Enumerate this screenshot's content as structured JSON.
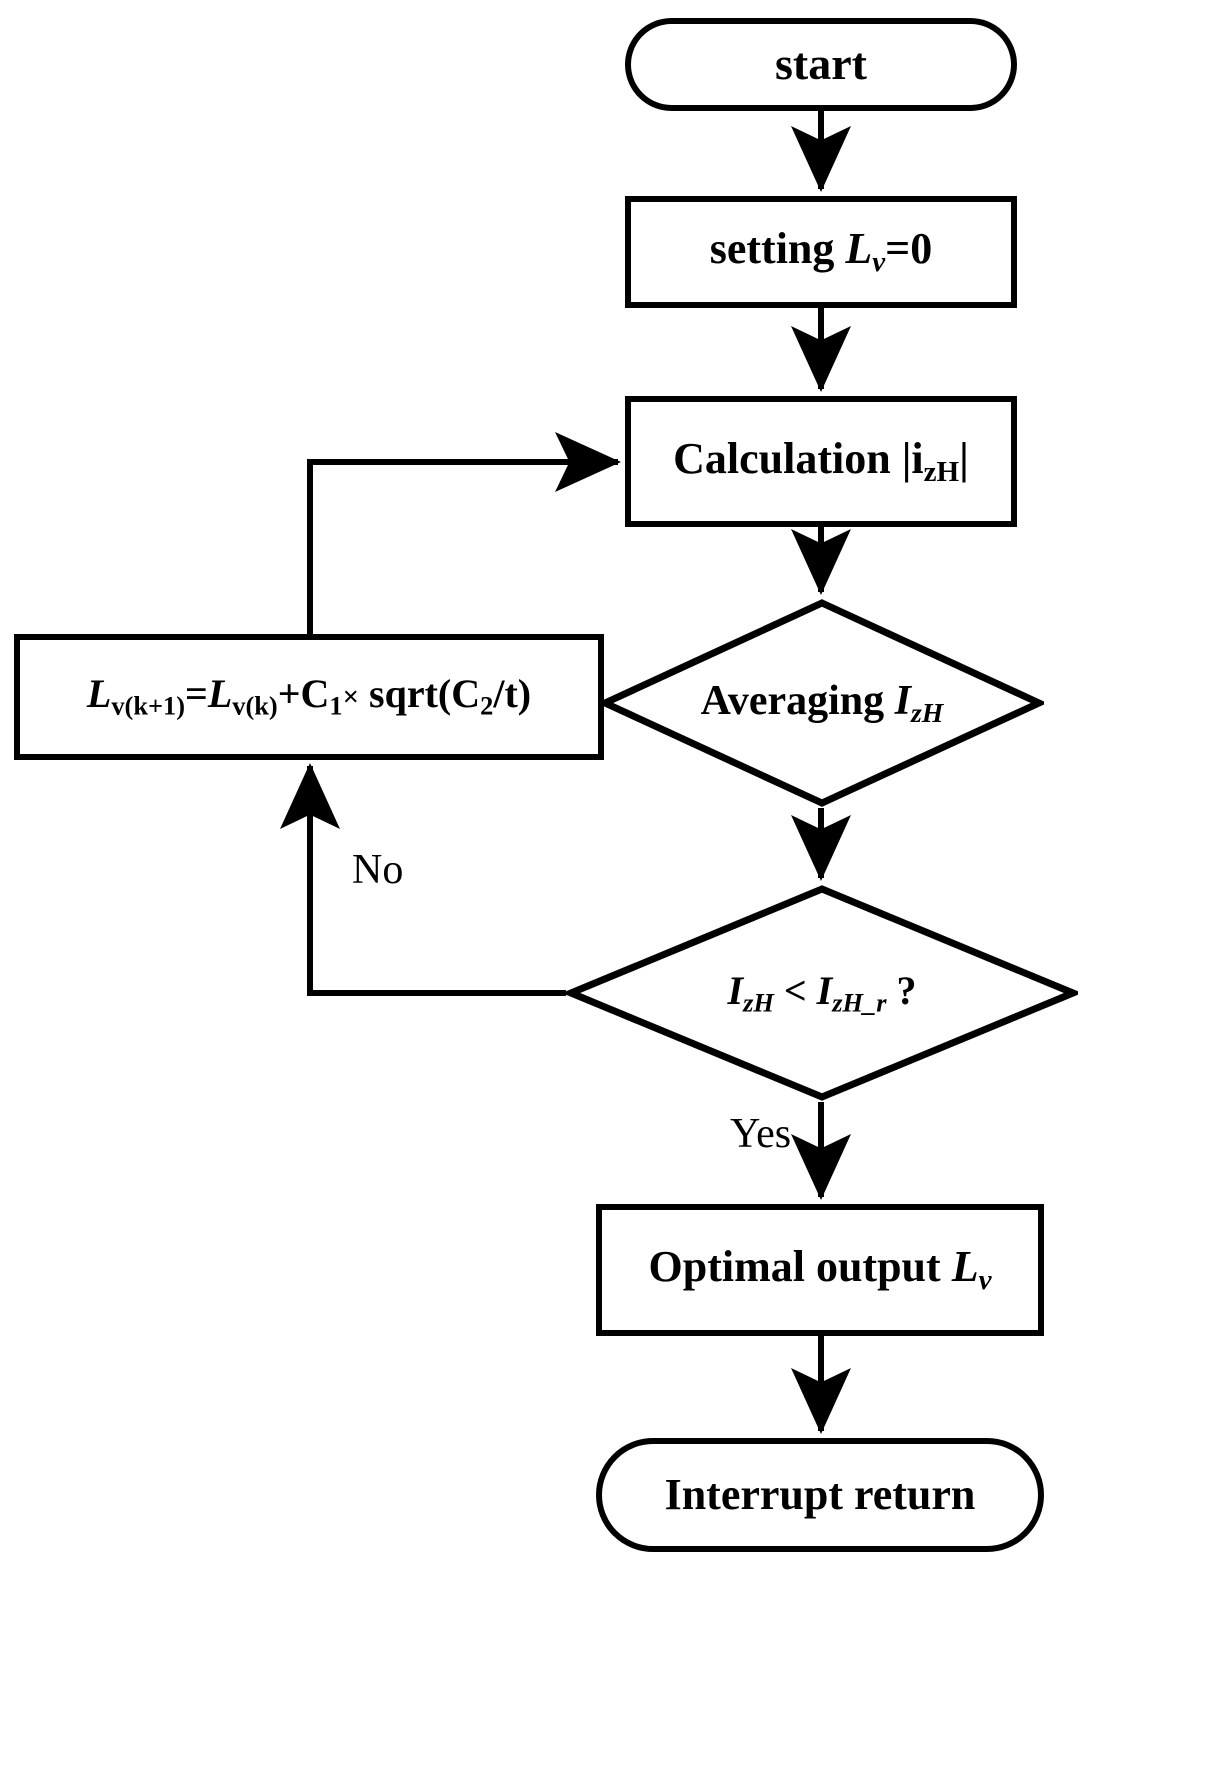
{
  "diagram": {
    "title": "Inductance estimation interrupt routine flowchart",
    "type": "flowchart",
    "line_color": "#000000",
    "fill_color": "#ffffff",
    "text_color": "#000000"
  },
  "nodes": {
    "start": {
      "shape": "terminator",
      "text": "start"
    },
    "setting": {
      "shape": "process",
      "text": "setting Lv=0",
      "parts": {
        "lead": "setting ",
        "var": "L",
        "var_sub": "v",
        "tail": "=0"
      }
    },
    "calculation": {
      "shape": "process",
      "text": "Calculation |izH|",
      "parts": {
        "lead": "Calculation |i",
        "sub": "zH",
        "tail": "|"
      }
    },
    "averaging": {
      "shape": "decision",
      "text": "Averaging IzH",
      "parts": {
        "lead": "Averaging ",
        "var": "I",
        "var_sub": "zH"
      }
    },
    "compare": {
      "shape": "decision",
      "text": "IzH < IzH_r ?",
      "parts": {
        "lhs": "I",
        "lhs_sub": "zH",
        "op": " < ",
        "rhs": "I",
        "rhs_sub": "zH_r",
        "tail": " ?"
      }
    },
    "update": {
      "shape": "process",
      "text": "Lv(k+1)=Lv(k)+C1× sqrt(C2/t)",
      "parts": {
        "lhs_var": "L",
        "lhs_sub": "v(k+1)",
        "eq": "=",
        "rhs_var": "L",
        "rhs_sub": "v(k)",
        "plus": "+",
        "c1": "C",
        "c1_sub": "1",
        "times": "×",
        "sqrt": " sqrt(C",
        "c2_sub": "2",
        "close": "/t)"
      }
    },
    "optimal": {
      "shape": "process",
      "text": "Optimal output Lv",
      "parts": {
        "lead": "Optimal output ",
        "var": "L",
        "var_sub": "v"
      }
    },
    "return": {
      "shape": "terminator",
      "text": "Interrupt return"
    }
  },
  "edge_labels": {
    "no": "No",
    "yes": "Yes"
  },
  "connections": [
    {
      "from": "start",
      "to": "setting",
      "label": ""
    },
    {
      "from": "setting",
      "to": "calculation",
      "label": ""
    },
    {
      "from": "calculation",
      "to": "averaging",
      "label": ""
    },
    {
      "from": "averaging",
      "to": "compare",
      "label": ""
    },
    {
      "from": "compare",
      "to": "update",
      "label": "No"
    },
    {
      "from": "update",
      "to": "calculation",
      "label": ""
    },
    {
      "from": "compare",
      "to": "optimal",
      "label": "Yes"
    },
    {
      "from": "optimal",
      "to": "return",
      "label": ""
    }
  ]
}
